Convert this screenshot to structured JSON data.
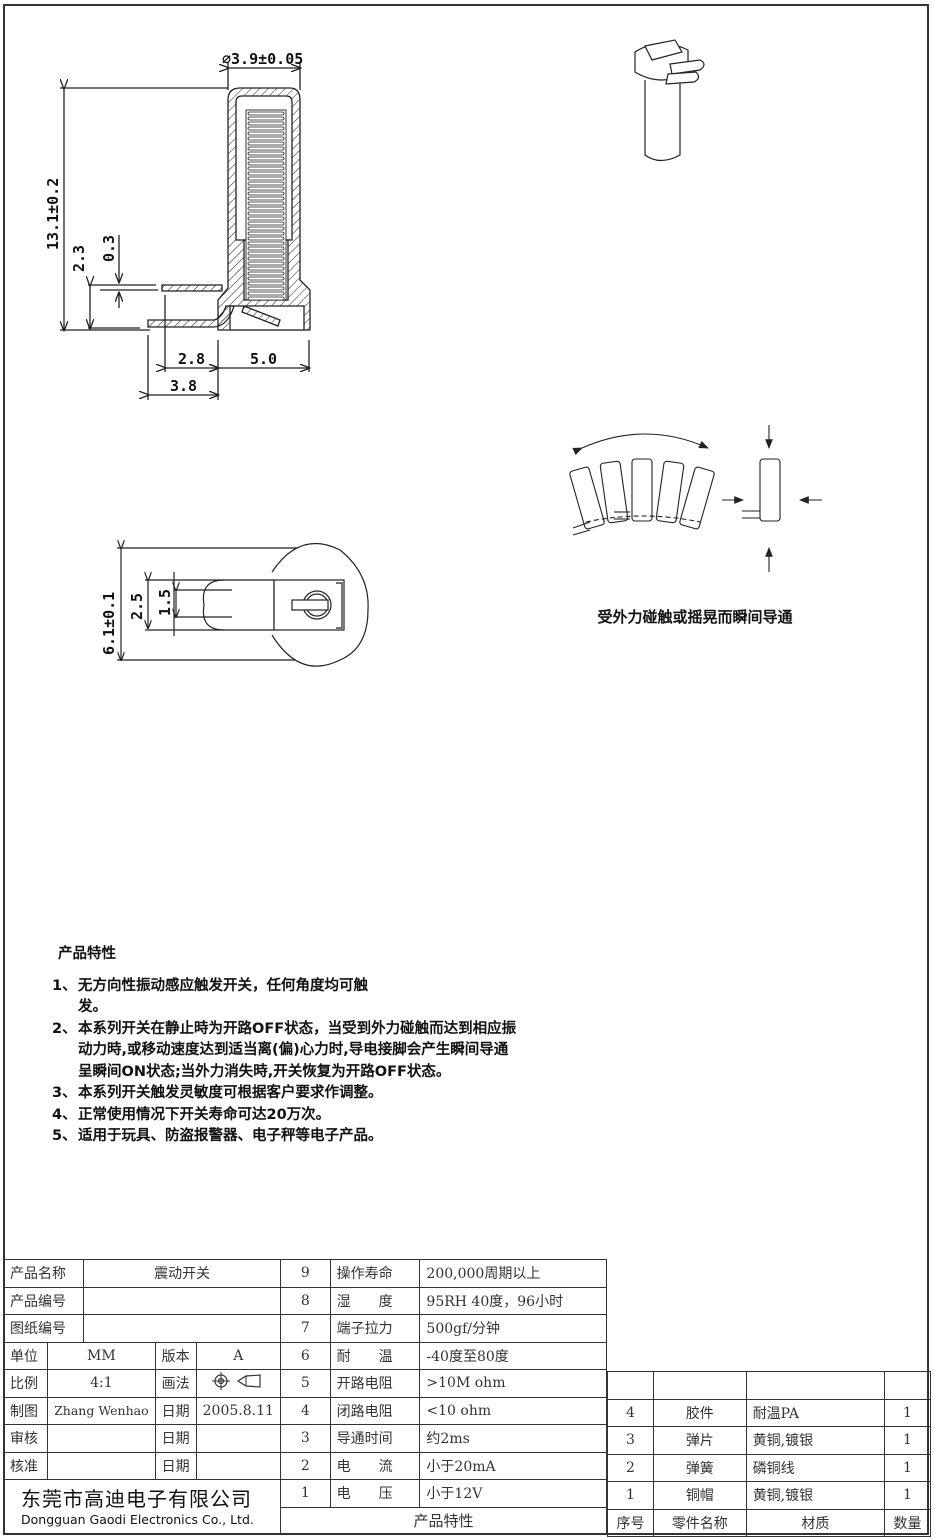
{
  "drawing": {
    "dimensions": {
      "diameter": "⌀3.9±0.05",
      "height": "13.1±0.2",
      "pin_height": "2.3",
      "pin_thickness": "0.3",
      "pin_offset": "2.8",
      "body_width": "5.0",
      "pin_length": "3.8",
      "total_width": "6.1±0.1",
      "tab_width": "2.5",
      "slot_width": "1.5"
    },
    "caption": "受外力碰触或摇晃而瞬间导通"
  },
  "features": {
    "title": "产品特性",
    "items": [
      {
        "num": "1、",
        "text": "无方向性振动感应触发开关，任何角度均可触发。"
      },
      {
        "num": "2、",
        "text": "本系列开关在静止時为开路OFF状态，当受到外力碰触而达到相应振动力時,或移动速度达到适当离(偏)心力时,导电接脚会产生瞬间导通呈瞬间ON状态;当外力消失時,开关恢复为开路OFF状态。"
      },
      {
        "num": "3、",
        "text": "本系列开关触发灵敏度可根据客户要求作调整。"
      },
      {
        "num": "4、",
        "text": "正常使用情况下开关寿命可达20万次。"
      },
      {
        "num": "5、",
        "text": "适用于玩具、防盗报警器、电子秤等电子产品。"
      }
    ]
  },
  "title_block": {
    "product_name_label": "产品名称",
    "product_name": "震动开关",
    "product_no_label": "产品编号",
    "product_no": "",
    "drawing_no_label": "图纸编号",
    "drawing_no": "",
    "unit_label": "单位",
    "unit": "MM",
    "version_label": "版本",
    "version": "A",
    "scale_label": "比例",
    "scale": "4:1",
    "projection_label": "画法",
    "drawn_label": "制图",
    "drawn_by": "Zhang Wenhao",
    "date_label": "日期",
    "drawn_date": "2005.8.11",
    "checked_label": "审核",
    "approved_label": "核准",
    "company_cn": "东莞市高迪电子有限公司",
    "company_en": "Dongguan Gaodi Electronics Co., Ltd."
  },
  "specs": {
    "footer": "产品特性",
    "rows": [
      {
        "no": "9",
        "name": "操作寿命",
        "value": "200,000周期以上"
      },
      {
        "no": "8",
        "name": "湿　　度",
        "value": "95RH 40度，96小时"
      },
      {
        "no": "7",
        "name": "端子拉力",
        "value": "500gf/分钟"
      },
      {
        "no": "6",
        "name": "耐　　温",
        "value": "-40度至80度"
      },
      {
        "no": "5",
        "name": "开路电阻",
        "value": ">10M ohm"
      },
      {
        "no": "4",
        "name": "闭路电阻",
        "value": "<10 ohm"
      },
      {
        "no": "3",
        "name": "导通时间",
        "value": "约2ms"
      },
      {
        "no": "2",
        "name": "电　　流",
        "value": "小于20mA"
      },
      {
        "no": "1",
        "name": "电　　压",
        "value": "小于12V"
      }
    ]
  },
  "parts": {
    "headers": {
      "no": "序号",
      "name": "零件名称",
      "material": "材质",
      "qty": "数量"
    },
    "rows": [
      {
        "no": "4",
        "name": "胶件",
        "material": "耐温PA",
        "qty": "1"
      },
      {
        "no": "3",
        "name": "弹片",
        "material": "黄铜,镀银",
        "qty": "1"
      },
      {
        "no": "2",
        "name": "弹簧",
        "material": "磷铜线",
        "qty": "1"
      },
      {
        "no": "1",
        "name": "铜帽",
        "material": "黄铜,镀银",
        "qty": "1"
      }
    ]
  }
}
